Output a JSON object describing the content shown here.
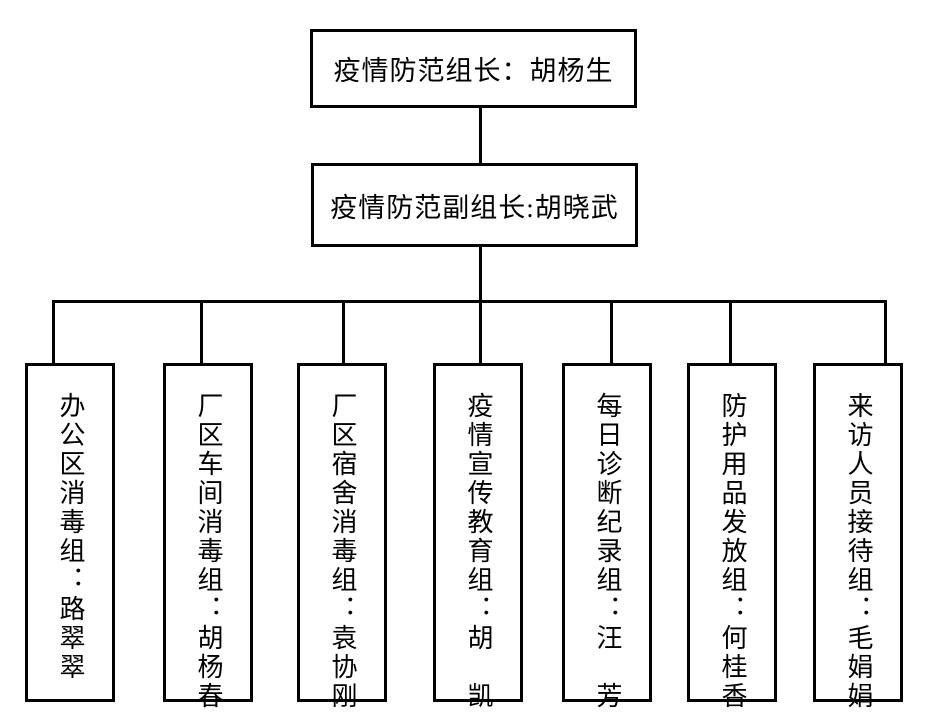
{
  "org": {
    "leader": {
      "label": "疫情防范组长：胡杨生"
    },
    "deputy": {
      "label": "疫情防范副组长:胡晓武"
    },
    "groups": [
      {
        "label": "办公区消毒组：路翠翠"
      },
      {
        "label": "厂区车间消毒组：胡杨春"
      },
      {
        "label": "厂区宿舍消毒组：袁协刚"
      },
      {
        "label": "疫情宣传教育组：胡　凯"
      },
      {
        "label": "每日诊断纪录组：汪　芳"
      },
      {
        "label": "防护用品发放组：何桂香"
      },
      {
        "label": "来访人员接待组：毛娟娟"
      }
    ]
  },
  "colors": {
    "line": "#000000",
    "background": "#ffffff",
    "text": "#000000"
  }
}
